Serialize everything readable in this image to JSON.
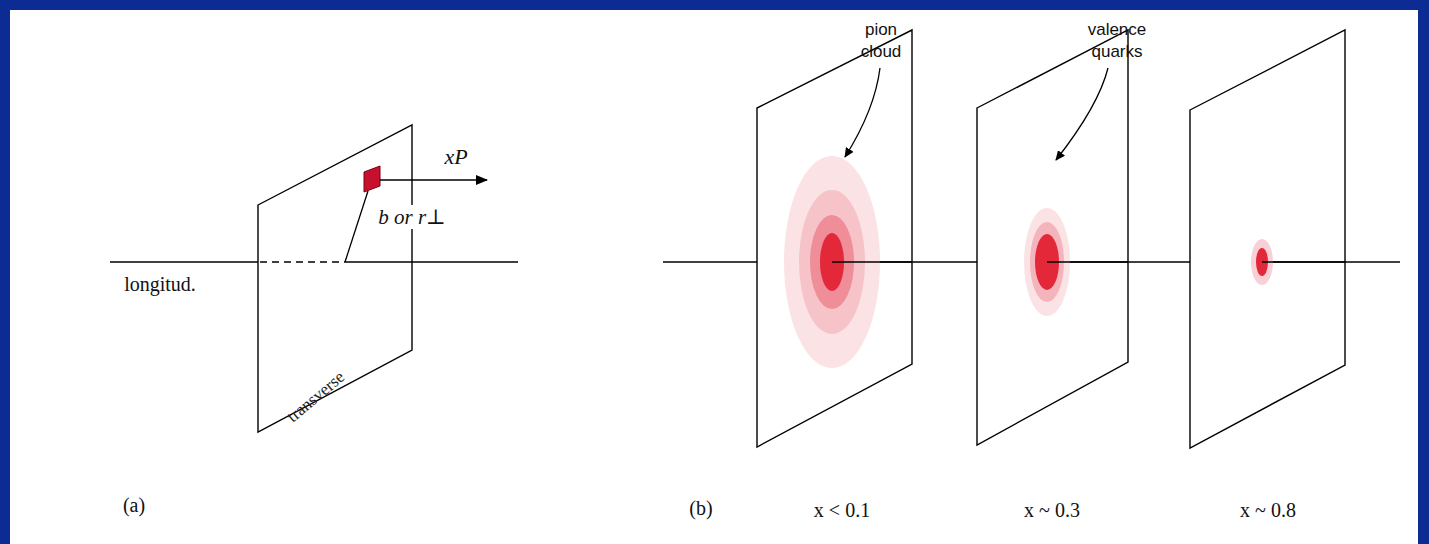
{
  "diagram": {
    "nodes": [
      {
        "text": [
          "transverse"
        ]
      }
    ],
    "labels": [
      "longitud.",
      "xP",
      "b or r⊥",
      "(a)",
      "pion cloud",
      "valence quarks",
      "(b)",
      "x < 0.1",
      "x ~ 0.3",
      "x ~ 0.8"
    ]
  }
}
